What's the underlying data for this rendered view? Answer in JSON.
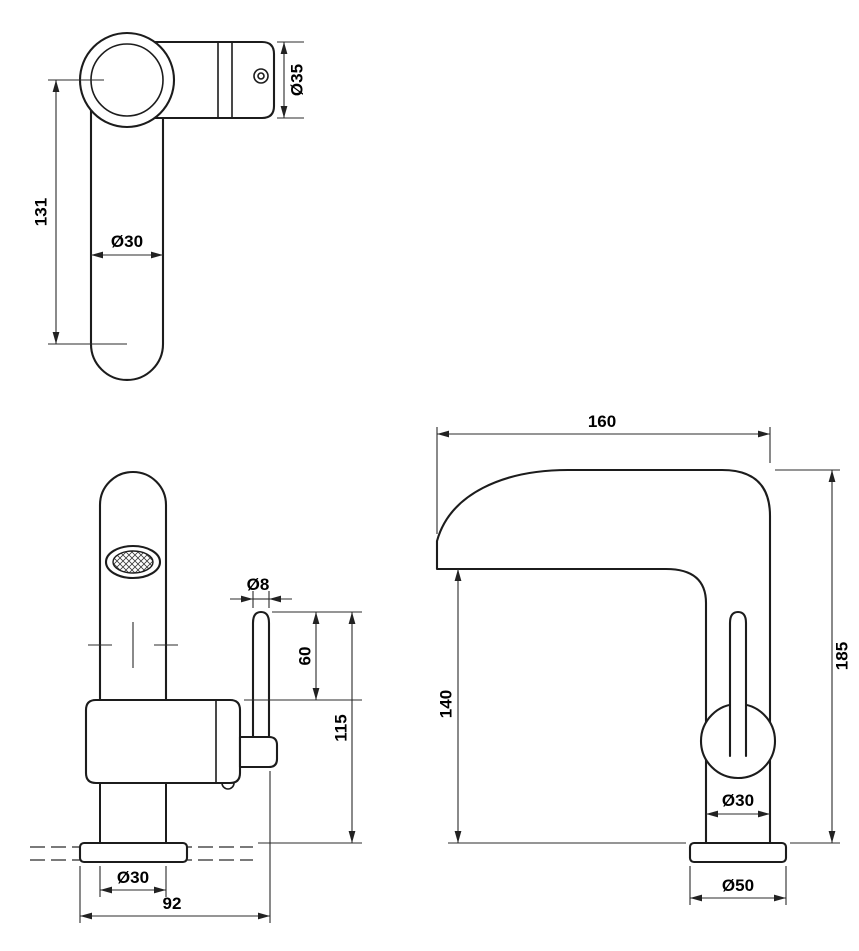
{
  "colors": {
    "line": "#1c1c1c",
    "dimension": "#2b2b2b",
    "background": "#ffffff"
  },
  "views": {
    "top": {
      "dims": {
        "d35": "Ø35",
        "len131": "131",
        "d30": "Ø30"
      }
    },
    "front": {
      "dims": {
        "d8": "Ø8",
        "len60": "60",
        "len115": "115",
        "d30": "Ø30",
        "len92": "92"
      }
    },
    "side": {
      "dims": {
        "len160": "160",
        "len140": "140",
        "len185": "185",
        "d30": "Ø30",
        "d50": "Ø50"
      }
    }
  }
}
